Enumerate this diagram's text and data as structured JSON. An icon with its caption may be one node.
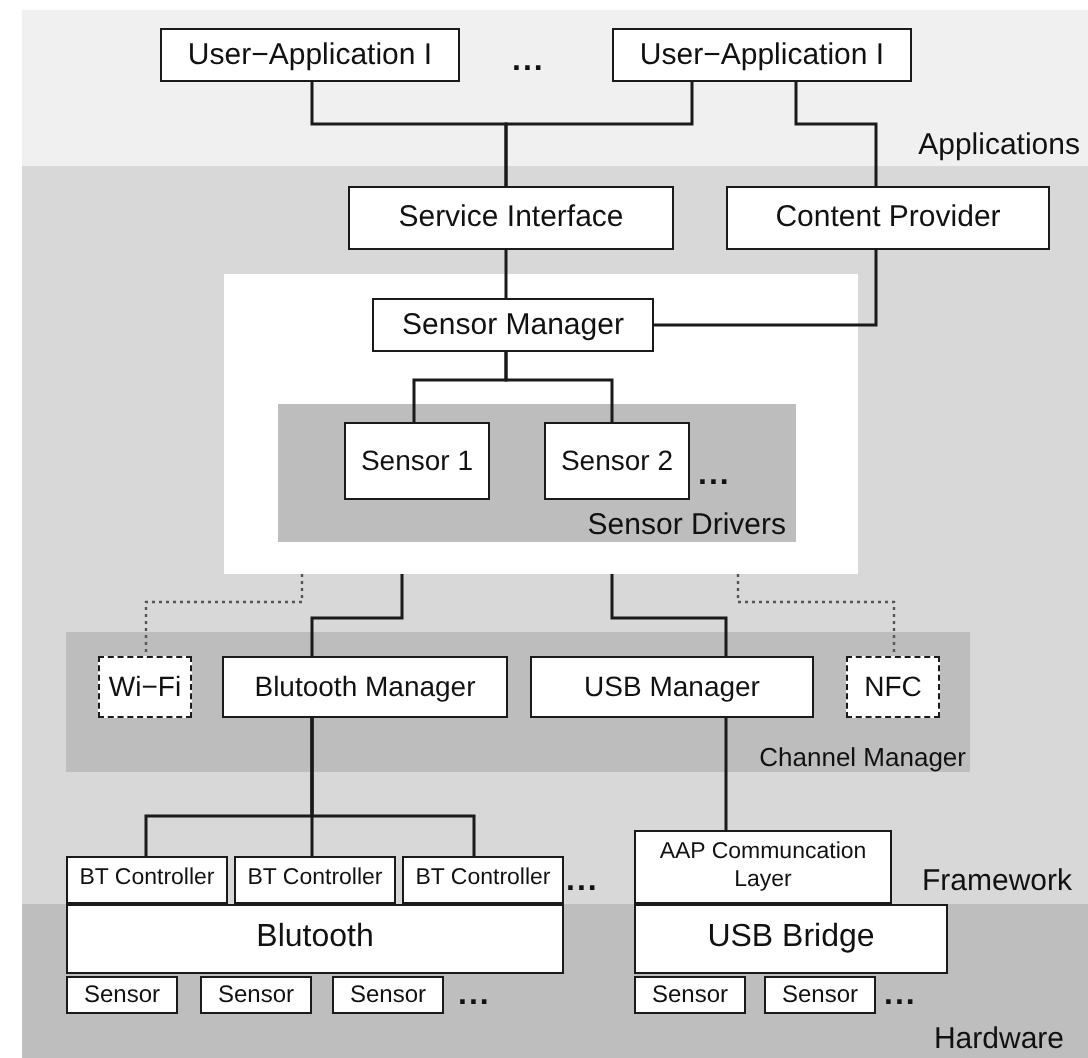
{
  "diagram": {
    "nodes": [
      {
        "text": [
          "Applications"
        ]
      },
      {
        "text": [
          "User−Application I"
        ],
        "in": 0
      },
      {
        "text": [
          "User−Application I"
        ],
        "in": 0
      },
      {
        "text": [
          "Framework"
        ]
      },
      {
        "text": [
          "Service Interface"
        ],
        "in": 3
      },
      {
        "text": [
          "Content Provider"
        ],
        "in": 3
      },
      {
        "text": [],
        "shape": "box",
        "in": 3
      },
      {
        "text": [
          "Sensor Manager"
        ],
        "in": 6
      },
      {
        "text": [
          "Sensor Drivers"
        ],
        "in": 6
      },
      {
        "text": [
          "Sensor 1"
        ],
        "in": 8
      },
      {
        "text": [
          "Sensor 2"
        ],
        "in": 8
      },
      {
        "text": [
          "Channel Manager"
        ],
        "in": 3
      },
      {
        "text": [
          "Wi−Fi"
        ],
        "in": 11
      },
      {
        "text": [
          "Blutooth Manager"
        ],
        "in": 11
      },
      {
        "text": [
          "USB Manager"
        ],
        "in": 11
      },
      {
        "text": [
          "NFC"
        ],
        "in": 11
      },
      {
        "text": [
          "BT Controller"
        ],
        "in": 3
      },
      {
        "text": [
          "BT Controller"
        ],
        "in": 3
      },
      {
        "text": [
          "BT Controller"
        ],
        "in": 3
      },
      {
        "text": [
          "AAP Communcation Layer"
        ],
        "in": 3
      },
      {
        "text": [
          "Hardware"
        ]
      },
      {
        "text": [
          "Blutooth"
        ],
        "in": 20
      },
      {
        "text": [
          "USB Bridge"
        ],
        "in": 20
      },
      {
        "text": [
          "Sensor"
        ],
        "in": 20
      },
      {
        "text": [
          "Sensor"
        ],
        "in": 20
      },
      {
        "text": [
          "Sensor"
        ],
        "in": 20
      },
      {
        "text": [
          "Sensor"
        ],
        "in": 20
      },
      {
        "text": [
          "Sensor"
        ],
        "in": 20
      }
    ],
    "edges": [
      {
        "from": 1,
        "to": 4,
        "arrow": "none"
      },
      {
        "from": 2,
        "to": 4,
        "arrow": "none"
      },
      {
        "from": 2,
        "to": 5,
        "arrow": "none"
      },
      {
        "from": 4,
        "to": 7,
        "arrow": "none"
      },
      {
        "from": 5,
        "to": 7,
        "arrow": "none"
      },
      {
        "from": 7,
        "to": 9,
        "arrow": "none"
      },
      {
        "from": 7,
        "to": 10,
        "arrow": "none"
      },
      {
        "from": 6,
        "to": 12,
        "arrow": "none",
        "style": "dashed"
      },
      {
        "from": 6,
        "to": 13,
        "arrow": "none"
      },
      {
        "from": 6,
        "to": 14,
        "arrow": "none"
      },
      {
        "from": 6,
        "to": 15,
        "arrow": "none",
        "style": "dashed"
      },
      {
        "from": 13,
        "to": 16,
        "arrow": "none"
      },
      {
        "from": 13,
        "to": 17,
        "arrow": "none"
      },
      {
        "from": 13,
        "to": 18,
        "arrow": "none"
      },
      {
        "from": 14,
        "to": 19,
        "arrow": "none"
      }
    ],
    "labels": [
      "...",
      "...",
      "...",
      "...",
      "..."
    ]
  }
}
